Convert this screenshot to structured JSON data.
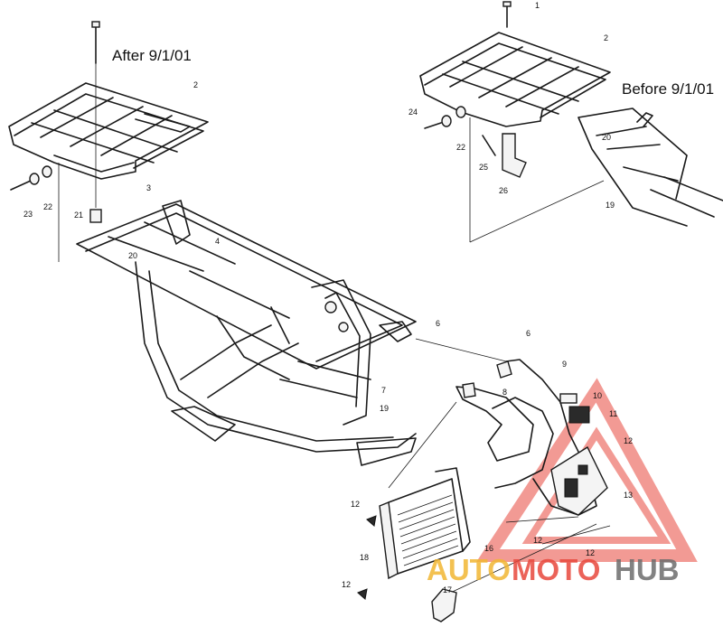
{
  "headings": {
    "after": "After 9/1/01",
    "before": "Before 9/1/01"
  },
  "callouts": {
    "c1": "1",
    "c2a": "2",
    "c2b": "2",
    "c3": "3",
    "c4": "4",
    "c6a": "6",
    "c6b": "6",
    "c7": "7",
    "c8": "8",
    "c9": "9",
    "c10": "10",
    "c11": "11",
    "c12a": "12",
    "c12b": "12",
    "c12c": "12",
    "c12d": "12",
    "c12e": "12",
    "c13": "13",
    "c16": "16",
    "c17": "17",
    "c18": "18",
    "c19": "19",
    "c19b": "19",
    "c20a": "20",
    "c20b": "20",
    "c21": "21",
    "c22a": "22",
    "c22b": "22",
    "c23": "23",
    "c24": "24",
    "c25": "25",
    "c26": "26"
  },
  "watermark": {
    "text_auto": "AUTO",
    "text_moto": "MOTO",
    "text_hub": "HUB",
    "color_auto": "#f2b733",
    "color_moto": "#e8483d",
    "color_hub": "#6d6d6d",
    "triangle_color": "#e8483d"
  }
}
